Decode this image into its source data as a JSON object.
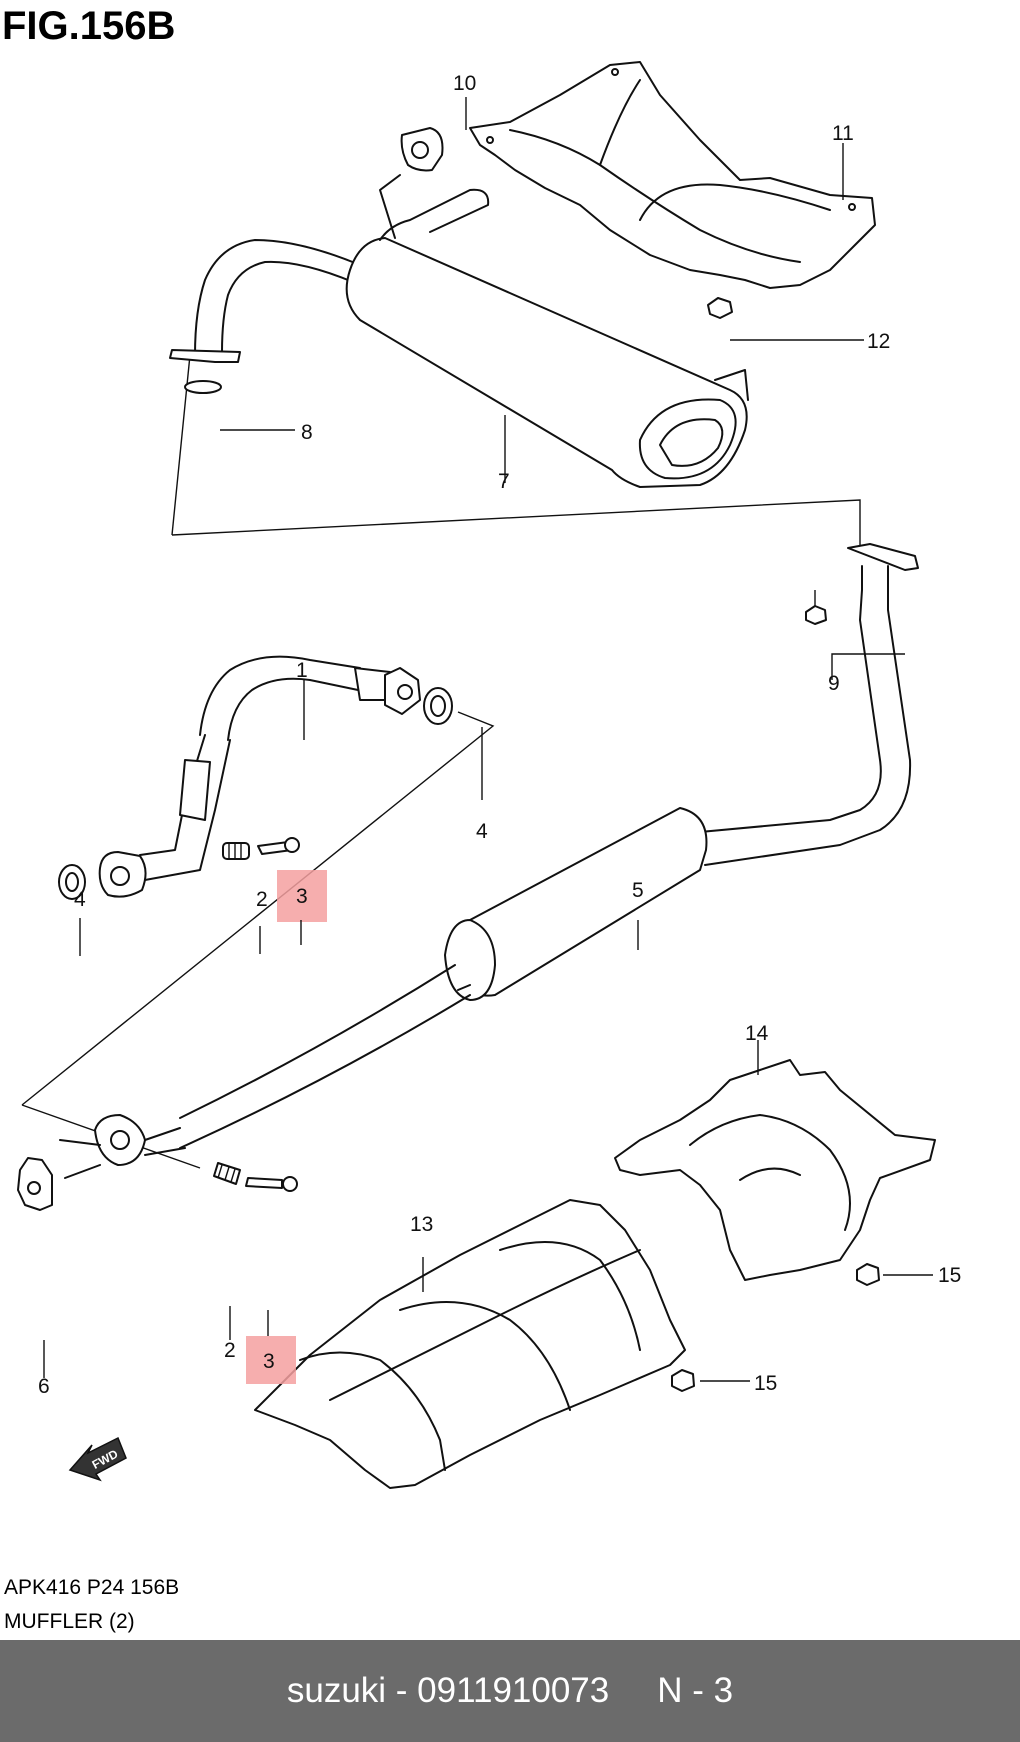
{
  "figure": {
    "title": "FIG.156B"
  },
  "callouts": {
    "p1": "1",
    "p2a": "2",
    "p2b": "2",
    "p3a": "3",
    "p3b": "3",
    "p4a": "4",
    "p4b": "4",
    "p5": "5",
    "p6": "6",
    "p7": "7",
    "p8": "8",
    "p9": "9",
    "p10": "10",
    "p11": "11",
    "p12": "12",
    "p13": "13",
    "p14": "14",
    "p15a": "15",
    "p15b": "15"
  },
  "fwd_label": "FWD",
  "captions": {
    "code": "APK416 P24 156B",
    "name": "MUFFLER (2)"
  },
  "footer": {
    "brand_part": "suzuki - 0911910073",
    "ref": "N - 3"
  },
  "colors": {
    "highlight": "#f4a0a0",
    "footer_bg": "#6b6b6b"
  }
}
